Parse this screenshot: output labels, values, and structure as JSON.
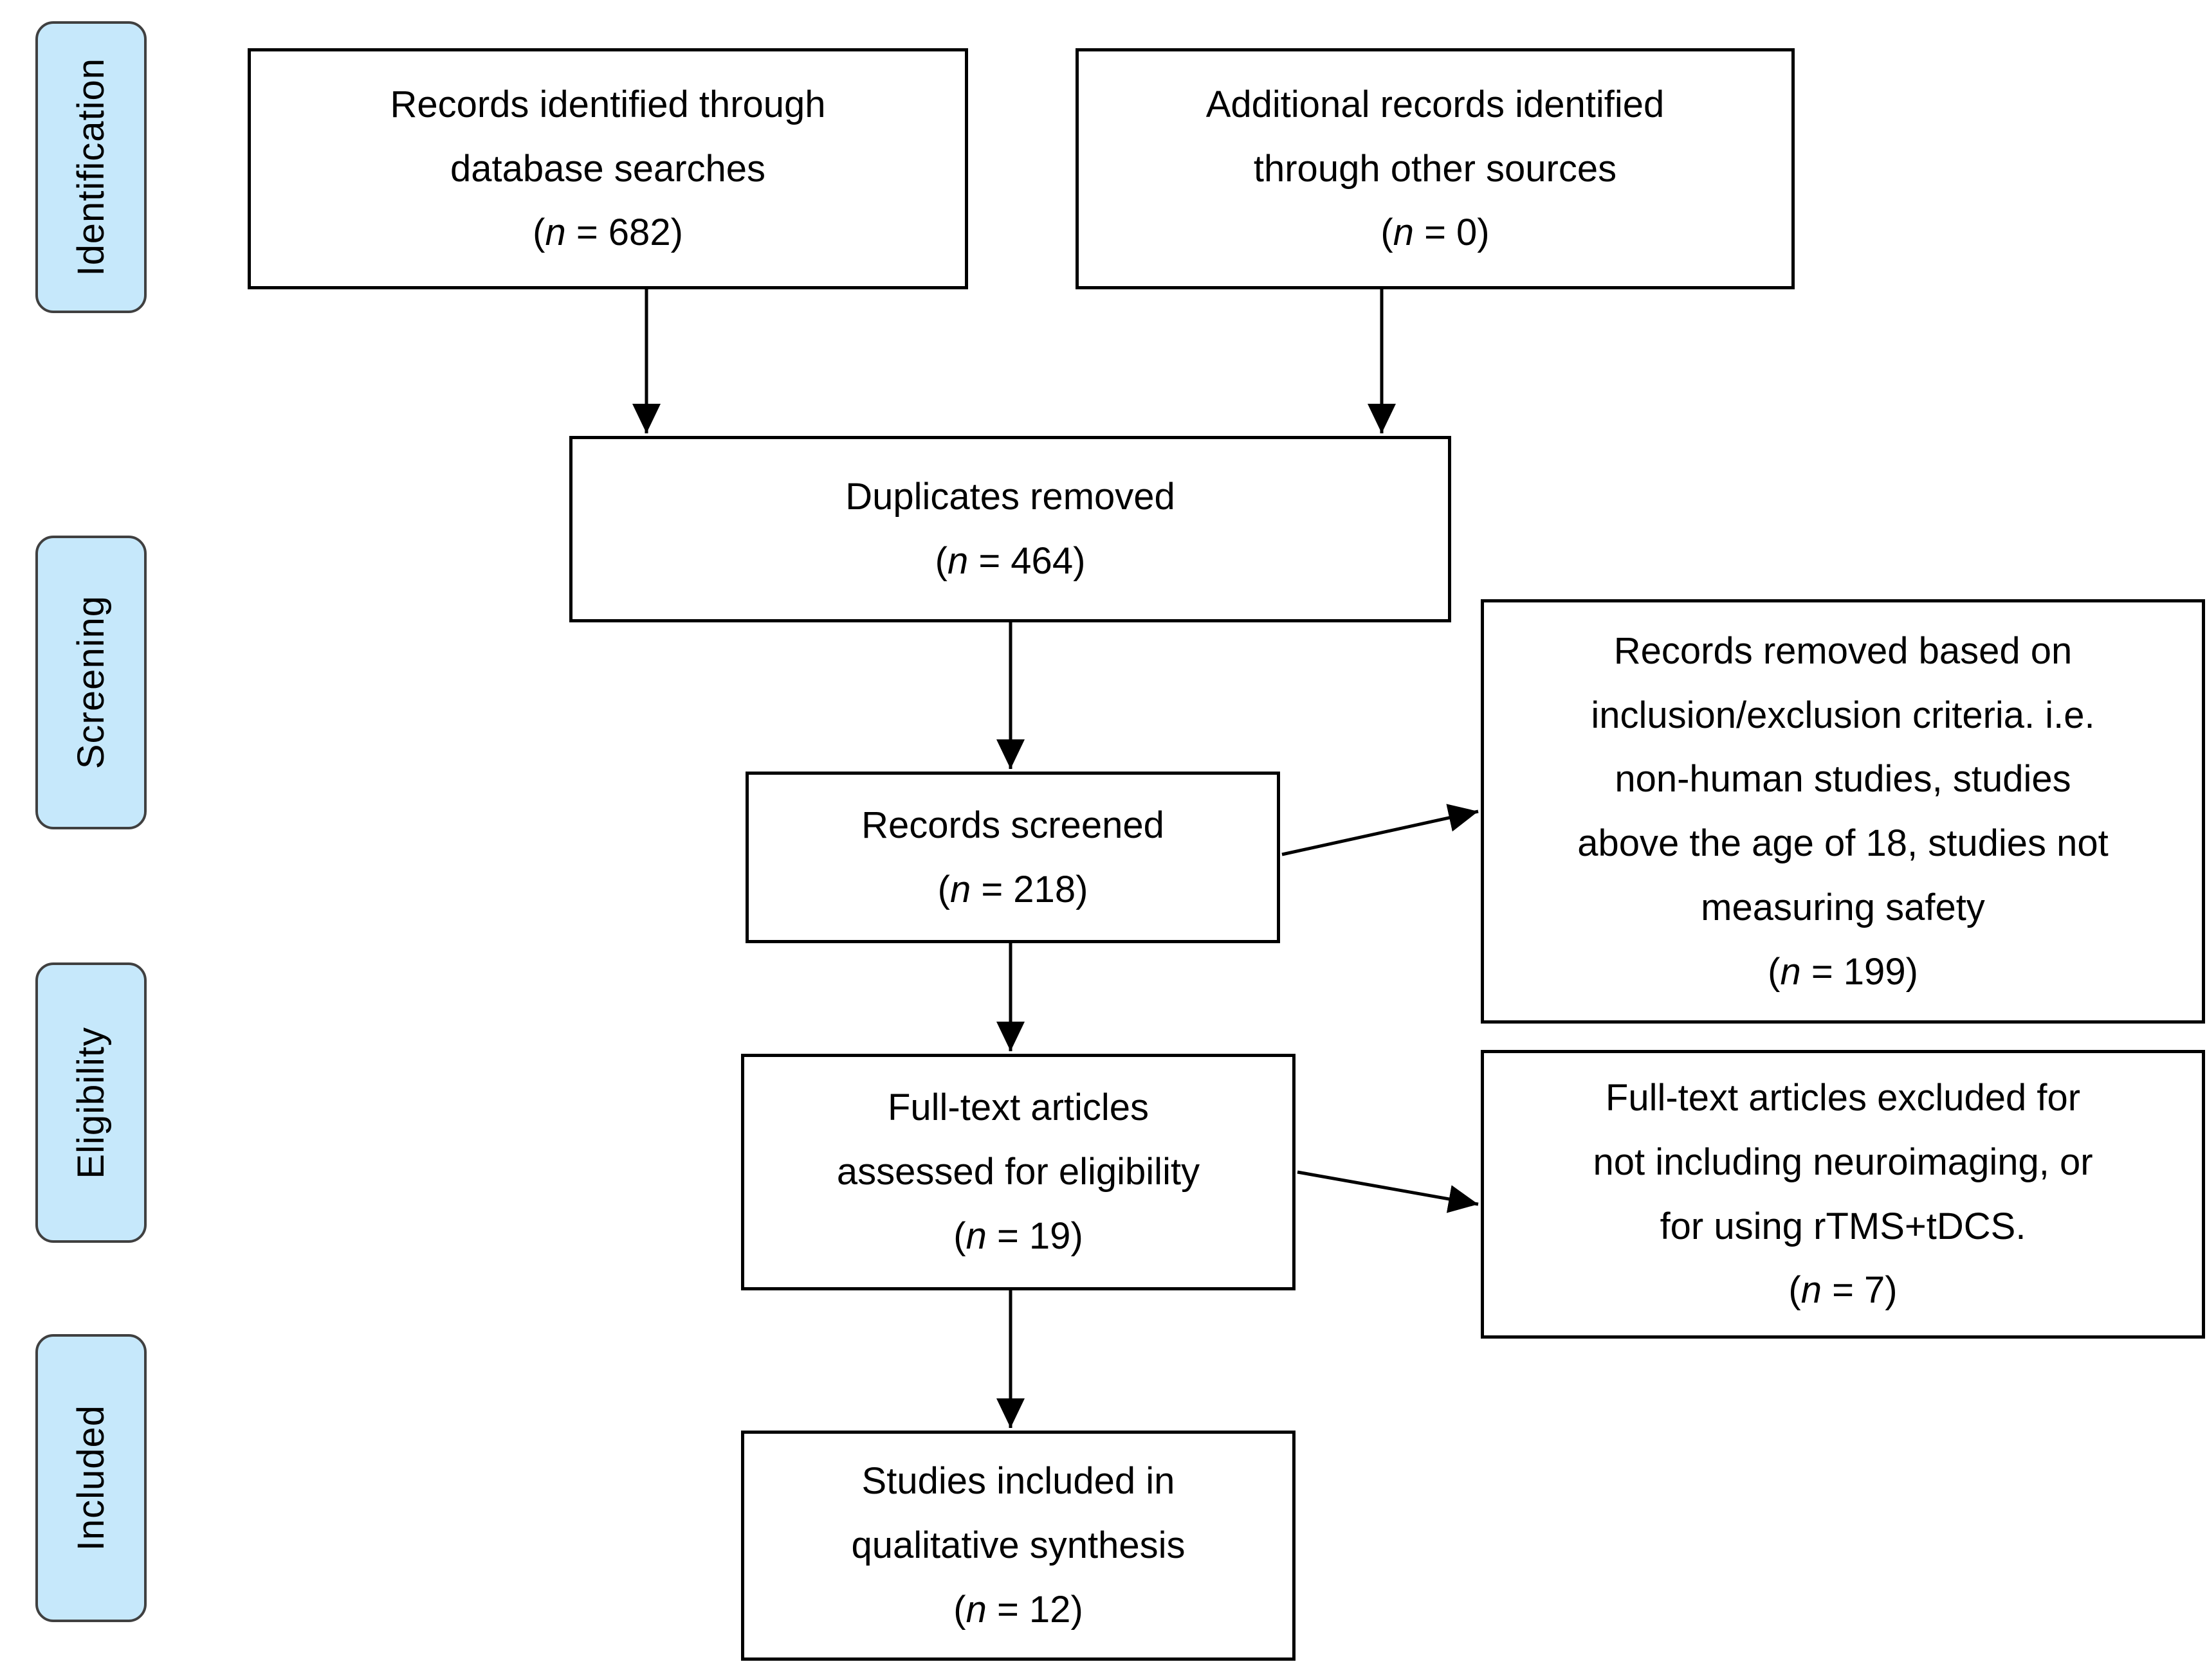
{
  "stages": [
    {
      "label": "Identification"
    },
    {
      "label": "Screening"
    },
    {
      "label": "Eligibility"
    },
    {
      "label": "Included"
    }
  ],
  "boxes": [
    {
      "text": "Records identified through\ndatabase searches",
      "count": "(n = 682)"
    },
    {
      "text": "Additional records identified\nthrough other sources",
      "count": "(n = 0)"
    },
    {
      "text": "Duplicates removed",
      "count": "(n = 464)"
    },
    {
      "text": "Records screened",
      "count": "(n = 218)"
    },
    {
      "text": "Records removed based on\ninclusion/exclusion criteria. i.e.\nnon-human studies, studies\nabove the age of 18, studies not\nmeasuring safety",
      "count": "(n = 199)"
    },
    {
      "text": "Full-text articles\nassessed for eligibility",
      "count": "(n = 19)"
    },
    {
      "text": "Full-text articles excluded for\nnot including neuroimaging, or\nfor using rTMS+tDCS.",
      "count": "(n = 7)"
    },
    {
      "text": "Studies included in\nqualitative synthesis",
      "count": "(n = 12)"
    }
  ],
  "colors": {
    "background": "#FFFFFF",
    "box_border": "#000000",
    "stage_fill": "#C6E8FB",
    "stage_border": "#404040",
    "arrow": "#000000",
    "text": "#000000"
  }
}
